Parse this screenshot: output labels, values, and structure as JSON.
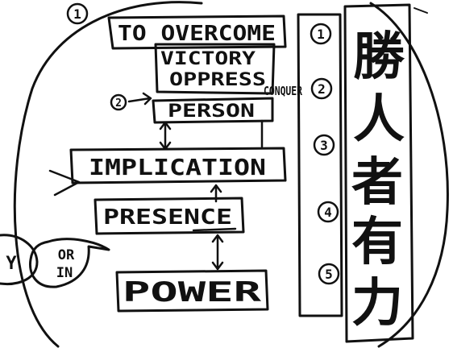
{
  "left_diagram": {
    "top_marker": "1",
    "second_marker": "2",
    "box_overcome": "TO OVERCOME",
    "box_victory_line1": "VICTORY",
    "box_victory_line2": "OPPRESS",
    "annotation_conquer": "CONQUER",
    "box_person": "PERSON",
    "box_implication": "IMPLICATION",
    "box_presence": "PRESENCE",
    "box_power": "POWER",
    "bubble_line1": "OR",
    "bubble_line2": "IN",
    "edge_fragment": "Y"
  },
  "right_column": {
    "numbers": [
      "1",
      "2",
      "3",
      "4",
      "5"
    ],
    "characters": [
      "勝",
      "人",
      "者",
      "有",
      "力"
    ]
  }
}
